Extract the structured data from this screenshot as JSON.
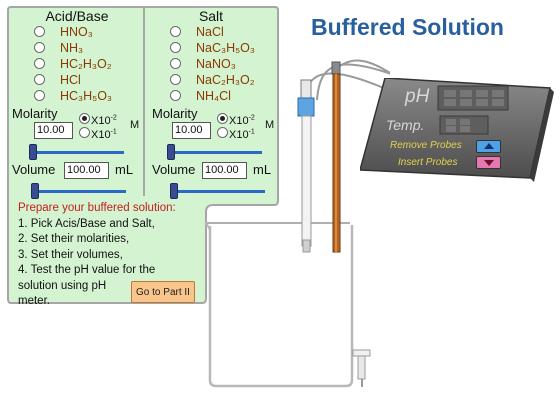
{
  "title": "Buffered Solution",
  "acid_base": {
    "heading": "Acid/Base",
    "options": [
      "HNO₃",
      "NH₃",
      "HC₂H₃O₂",
      "HCl",
      "HC₃H₅O₃"
    ],
    "molarity_label": "Molarity",
    "molarity_value": "10.00",
    "scale_opt1": "X10",
    "scale_exp1": "-2",
    "scale_opt2": "X10",
    "scale_exp2": "-1",
    "unit_m": "M",
    "volume_label": "Volume",
    "volume_value": "100.00",
    "volume_unit": "mL"
  },
  "salt": {
    "heading": "Salt",
    "options": [
      "NaCl",
      "NaC₃H₅O₃",
      "NaNO₃",
      "NaC₂H₃O₂",
      "NH₄Cl"
    ],
    "molarity_label": "Molarity",
    "molarity_value": "10.00",
    "scale_opt1": "X10",
    "scale_exp1": "-2",
    "scale_opt2": "X10",
    "scale_exp2": "-1",
    "unit_m": "M",
    "volume_label": "Volume",
    "volume_value": "100.00",
    "volume_unit": "mL"
  },
  "instructions": {
    "line0": "Prepare your buffered solution:",
    "line1": "1. Pick Acis/Base and Salt,",
    "line2": "2. Set their molarities,",
    "line3": "3. Set their volumes,",
    "line4": "4. Test the pH value for the",
    "line5": "solution using pH",
    "line6": "meter."
  },
  "part2_button": "Go to Part II",
  "meter": {
    "ph_label": "pH",
    "temp_label": "Temp.",
    "remove_label": "Remove Probes",
    "insert_label": "Insert Probes"
  },
  "colors": {
    "panel_fill": "#d4f3d1",
    "panel_border": "#a6a6a6",
    "title": "#2a5f9d",
    "probe_label": "#e3d24b"
  }
}
